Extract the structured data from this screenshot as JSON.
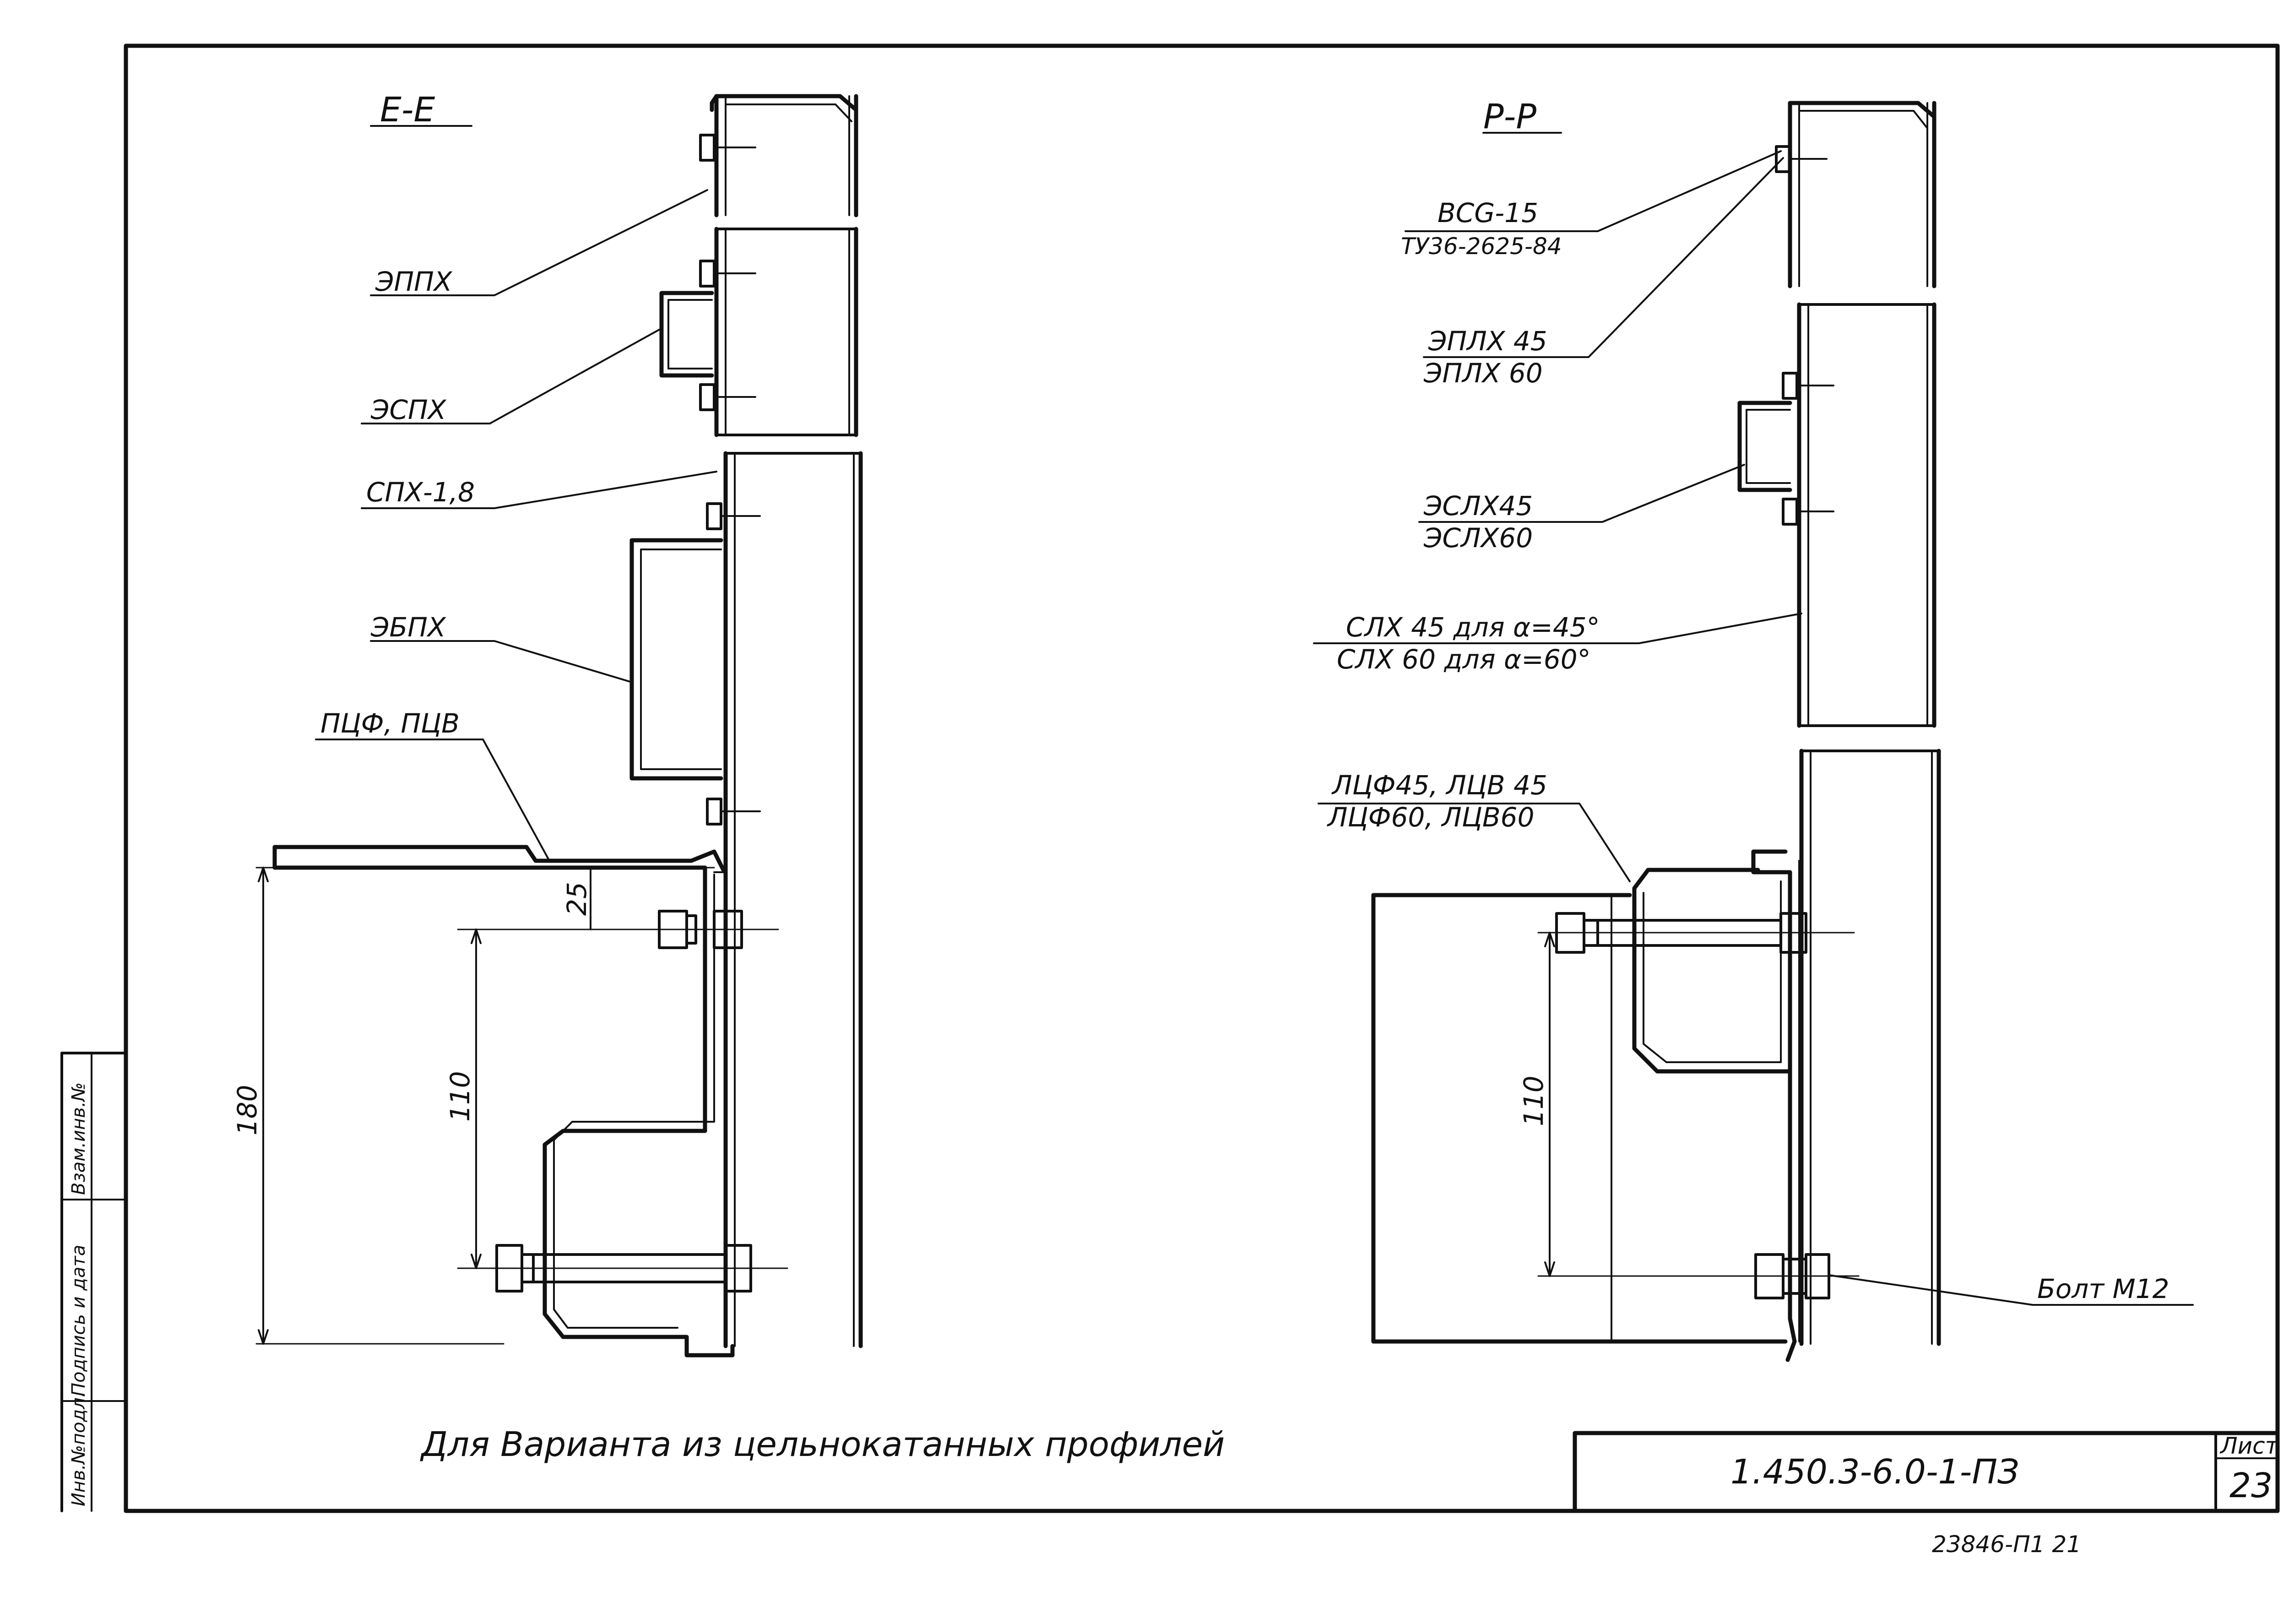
{
  "drawing": {
    "section_left": "Е-Е",
    "section_right": "Р-Р",
    "note": "Для Варианта  из цельнокатанных  профилей",
    "code": "1.450.3-6.0-1-ПЗ",
    "sheet_label": "Лист",
    "sheet_number": "23",
    "archive_number": "23846-П1  21"
  },
  "stamp": {
    "inv_orig": "Инв.№подл.",
    "sign_date": "Подпись и дата",
    "replace_inv": "Взам.инв.№"
  },
  "labels_left": {
    "eppx": "ЭППХ",
    "espx": "ЭСПХ",
    "spx": "СПХ-1,8",
    "ebpx": "ЭБПХ",
    "pcf": "ПЦФ, ПЦВ"
  },
  "labels_right": {
    "vsg_1": "ВСG-15",
    "vsg_2": "ТУ36-2625-84",
    "epl_1": "ЭПЛХ 45",
    "epl_2": "ЭПЛХ 60",
    "esl_1": "ЭСЛХ45",
    "esl_2": "ЭСЛХ60",
    "slx_1": "СЛХ 45 для α=45°",
    "slx_2": "СЛХ 60 для α=60°",
    "lcf_1": "ЛЦФ45, ЛЦВ 45",
    "lcf_2": "ЛЦФ60, ЛЦВ60",
    "bolt": "Болт М12"
  },
  "dimensions": {
    "left_small": "25",
    "left_mid": "110",
    "left_big": "180",
    "right_mid": "110"
  }
}
